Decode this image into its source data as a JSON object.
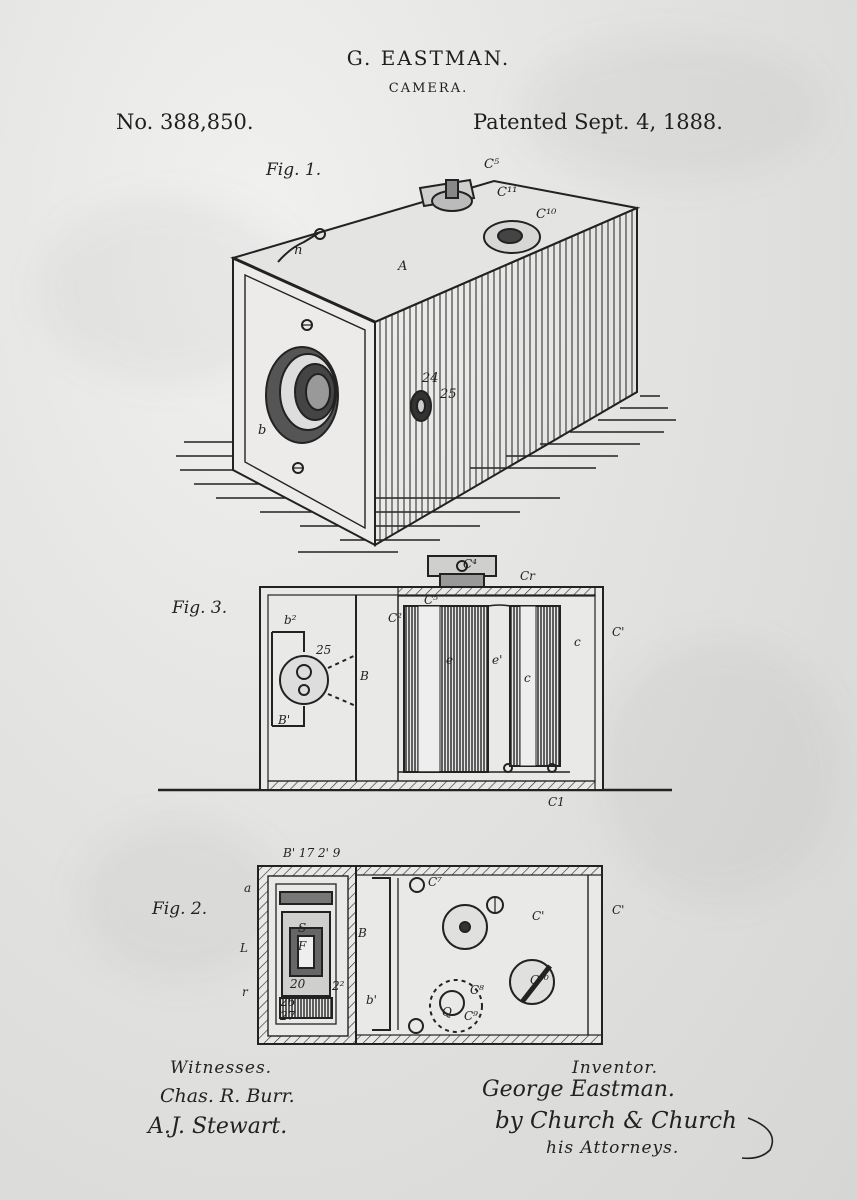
{
  "header": {
    "inventor": "G. EASTMAN.",
    "title": "CAMERA.",
    "patent_number": "No. 388,850.",
    "patent_date": "Patented Sept. 4, 1888."
  },
  "figures": {
    "fig1": {
      "label": "Fig. 1.",
      "callouts": {
        "a": "A",
        "b": "b",
        "n": "n",
        "c5": "C⁵",
        "c10": "C¹⁰",
        "c11": "C¹¹",
        "n24": "24",
        "n25": "25"
      }
    },
    "fig3": {
      "label": "Fig. 3.",
      "callouts": {
        "b2": "b²",
        "b1": "B'",
        "b": "B",
        "n25": "25",
        "c4": "C⁴",
        "c5": "C⁵",
        "cr": "Cr",
        "c2": "C²",
        "c": "c",
        "c3": "C'",
        "c1": "C1",
        "e": "e",
        "e2": "e'",
        "e3": "c"
      }
    },
    "fig2": {
      "label": "Fig. 2.",
      "callouts": {
        "top": "B' 17 2' 9",
        "a": "a",
        "s": "S",
        "l": "L",
        "f": "F",
        "r": "r",
        "b": "B",
        "b1": "b'",
        "c7": "C⁷",
        "c": "C'",
        "c9": "C⁹",
        "c8": "C⁸",
        "c10": "C¹⁰",
        "c1": "C'",
        "q": "Q",
        "n20": "20",
        "n2": "2²",
        "n26": "26",
        "n27": "27"
      }
    }
  },
  "signatures": {
    "witnesses_label": "Witnesses.",
    "witness_1": "Chas. R. Burr.",
    "witness_2": "A.J. Stewart.",
    "inventor_label": "Inventor.",
    "inventor_signature": "George Eastman.",
    "attorney_signature": "by Church & Church",
    "attorneys_label": "his Attorneys."
  }
}
